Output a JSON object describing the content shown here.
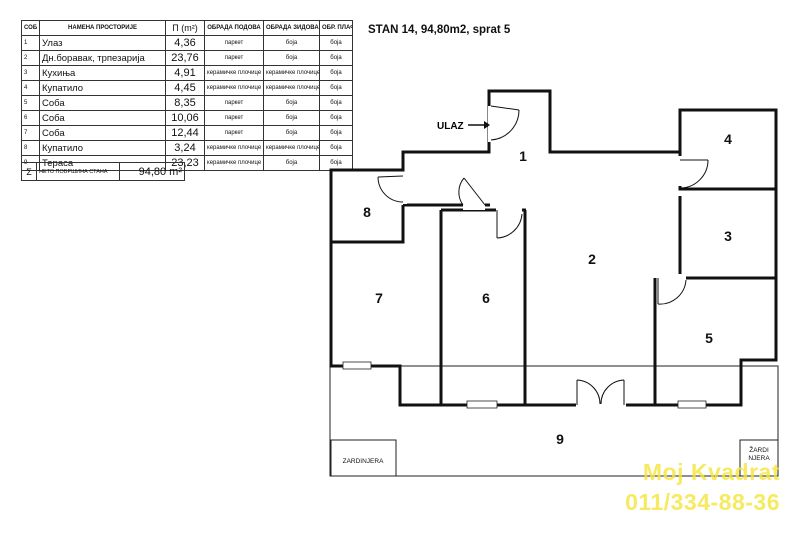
{
  "plan_title": "STAN 14, 94,80m2, sprat 5",
  "table": {
    "headers": {
      "num": "СОБ",
      "name": "НАМЕНА ПРОСТОРИЈЕ",
      "area": "П (m²)",
      "floor": "ОБРАДА ПОДОВА",
      "walls": "ОБРАДА ЗИДОВА",
      "ceiling": "ОБР. ПЛАФОНА"
    },
    "rows": [
      {
        "num": "1",
        "name": "Улаз",
        "area": "4,36",
        "floor": "паркет",
        "walls": "боја",
        "ceiling": "боја"
      },
      {
        "num": "2",
        "name": "Дн.боравак, трпезарија",
        "area": "23,76",
        "floor": "паркет",
        "walls": "боја",
        "ceiling": "боја"
      },
      {
        "num": "3",
        "name": "Кухиња",
        "area": "4,91",
        "floor": "керамичке плочице",
        "walls": "керамичке плочице",
        "ceiling": "боја"
      },
      {
        "num": "4",
        "name": "Купатило",
        "area": "4,45",
        "floor": "керамичке плочице",
        "walls": "керамичке плочице",
        "ceiling": "боја"
      },
      {
        "num": "5",
        "name": "Соба",
        "area": "8,35",
        "floor": "паркет",
        "walls": "боја",
        "ceiling": "боја"
      },
      {
        "num": "6",
        "name": "Соба",
        "area": "10,06",
        "floor": "паркет",
        "walls": "боја",
        "ceiling": "боја"
      },
      {
        "num": "7",
        "name": "Соба",
        "area": "12,44",
        "floor": "паркет",
        "walls": "боја",
        "ceiling": "боја"
      },
      {
        "num": "8",
        "name": "Купатило",
        "area": "3,24",
        "floor": "керамичке плочице",
        "walls": "керамичке плочице",
        "ceiling": "боја"
      },
      {
        "num": "9",
        "name": "Тераса",
        "area": "23,23",
        "floor": "керамичке плочице",
        "walls": "боја",
        "ceiling": "боја"
      }
    ],
    "total": {
      "symbol": "Σ",
      "label": "НЕТО ПОВРШИНА СТАНА",
      "value": "94,80 m²"
    }
  },
  "plan": {
    "entrance_label": "ULAZ",
    "room_numbers": [
      "1",
      "2",
      "3",
      "4",
      "5",
      "6",
      "7",
      "8",
      "9"
    ],
    "planter_left": "ZARDINJERA",
    "planter_right_line1": "ŽARDI",
    "planter_right_line2": "NJERA"
  },
  "watermark": {
    "line1": "Moj Kvadrat",
    "line2": "011/334-88-36",
    "color": "#f4e53a"
  }
}
